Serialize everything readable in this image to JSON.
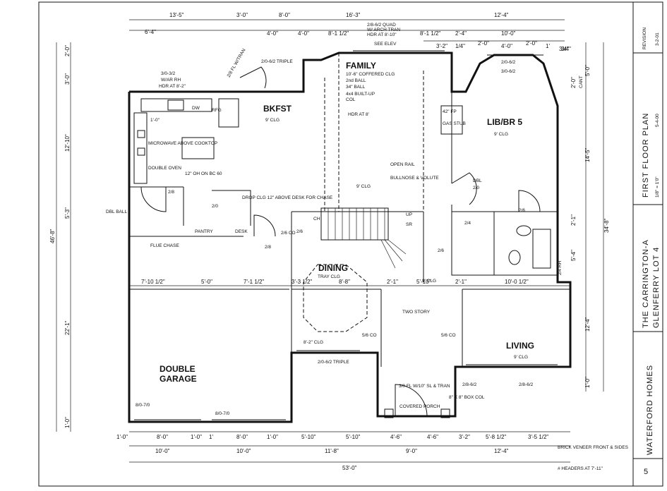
{
  "title_block": {
    "revision_label": "REVISION",
    "revision_date": "3-2-01",
    "sheet_title": "FIRST FLOOR PLAN",
    "sheet_date": "5-4-00",
    "scale": "1/8\" = 1'0\"",
    "project": "THE CARRINGTON-A",
    "lot": "GLENFERRY LOT 4",
    "builder": "WATERFORD HOMES",
    "sheet_number": "5"
  },
  "rooms": {
    "family": "FAMILY",
    "bkfst": "BKFST",
    "lib_br": "LIB/BR 5",
    "dining": "DINING",
    "living": "LIVING",
    "garage_1": "DOUBLE",
    "garage_2": "GARAGE",
    "pantry": "PANTRY",
    "desk": "DESK",
    "two_story": "TWO STORY"
  },
  "dims_top": [
    "13'-5\"",
    "3'-0\"",
    "8'-0\"",
    "16'-3\"",
    "12'-4\""
  ],
  "dims_top2": [
    "6'-4\"",
    "4'-0\"",
    "4'-0\"",
    "8'-1 1/2\"",
    "8'-1 1/2\"",
    "2'-4\"",
    "10'-0\""
  ],
  "dims_top3": [
    "3'-2\"",
    "1/4\"",
    "2'-0\"",
    "4'-0\"",
    "2'-0\"",
    "1'",
    "3/4\""
  ],
  "dims_bottom1": [
    "1'-0\"",
    "8'-0\"",
    "1'-0\"",
    "1'",
    "8'-0\"",
    "1'-0\"",
    "5'-10\"",
    "5'-10\"",
    "4'-6\"",
    "4'-6\"",
    "3'-2\"",
    "5'-8 1/2\"",
    "3'-5 1/2\""
  ],
  "dims_bottom2": [
    "10'-0\"",
    "10'-0\"",
    "11'-8\"",
    "9'-0\"",
    "12'-4\""
  ],
  "dims_bottom3": "53'-0\"",
  "dims_left": [
    "2'-0\"",
    "3'-0\"",
    "12'-10\"",
    "5'-3\"",
    "22'-1\"",
    "1'-0\""
  ],
  "dims_left_total": "46'-8\"",
  "dims_right": [
    "3/4\"",
    "5'-0\"",
    "2'-0\"",
    "14'-5\"",
    "2'-1\"",
    "5'-4\"",
    "12'-4\"",
    "1'-0\""
  ],
  "dims_right_total": "34'-8\"",
  "dims_mid": [
    "7'-10 1/2\"",
    "5'-0\"",
    "7'-1 1/2\"",
    "3'-3 1/2\"",
    "8'-8\"",
    "2'-1\"",
    "5'-10\"",
    "2'-1\"",
    "10'-0 1/2\""
  ],
  "ceilings": {
    "bkfst_clg": "9' CLG",
    "lib_clg": "9' CLG",
    "living_clg": "9' CLG",
    "tray_clg": "TRAY CLG",
    "hall_clg": "9' CLG",
    "nine_clg": "9' CLG",
    "eight_clg": "8'-2\" CLG",
    "family_notes": [
      "10'-6\" COFFERED CLG",
      "2nd BALL",
      "34\" BALL",
      "4x4 BUILT-UP",
      "COL"
    ]
  },
  "notes": {
    "quad": "2/8-6/2 QUAD",
    "arch": "W/ ARCH TRAN",
    "hdr8": "HDR AT 8'-10\"",
    "see_elev": "SEE ELEV",
    "triple_top": "2/0-6/2 TRIPLE",
    "door_3032": "3/0-3/2",
    "war_rh": "W/AR RH",
    "hdr_82": "HDR AT 8'-2\"",
    "fl_tran": "2/8 FL W/TRAN",
    "dw": "DW",
    "rfg": "RFG",
    "one_zero": "1'-0\"",
    "microwave": "MICROWAVE ABOVE COOKTOP",
    "double_oven": "DOUBLE OVEN",
    "oh": "12\" OH ON BC 60",
    "drop_clg": "DROP CLG 12\" ABOVE DESK FOR CHASE",
    "flue_chase": "FLUE CHASE",
    "dbl_ball": "DBL BALL",
    "hdr_at8": "HDR AT 8'",
    "open_rail": "OPEN RAIL",
    "bullnose": "BULLNOSE & VOLUTE",
    "up": "UP",
    "fp": "42\" FP",
    "gas": "GAS STUB",
    "dbl": "DBL",
    "door_2_0": "2/0",
    "window_2062a": "2/0-6/2",
    "window_3062": "3/0-6/2",
    "cant": "CANT",
    "triple_bottom": "2/0-6/2 TRIPLE",
    "front_door": "3/0 FL W/10\" SL & TRAN",
    "covered_porch": "COVERED PORCH",
    "box_col": "8\" X 8\" BOX COL",
    "garage_door_1": "8/0-7/0",
    "garage_door_2": "8/0-7/0",
    "living_w1": "2/8-6/2",
    "living_w2": "2/8-6/2",
    "brick": "BRICK VENEER FRONT & SIDES",
    "headers": "# HEADERS AT 7'-11\"",
    "co1": "5/6 CO",
    "co2": "5/6 CO",
    "co3": "2/6 CO",
    "d28": "2/8",
    "d20": "2/0",
    "d26": "2/6",
    "d24": "2/4",
    "d26b": "2/6",
    "d28b": "2/8",
    "d24rh": "2/4 RH",
    "d26c": "2/6",
    "ch": "CH",
    "sr": "SR"
  }
}
